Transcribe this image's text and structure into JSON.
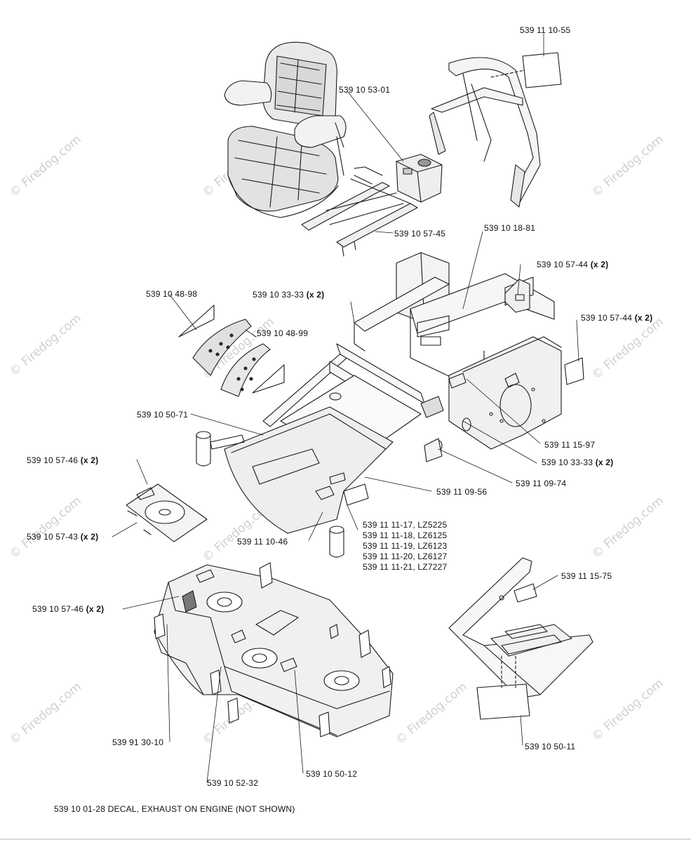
{
  "labels": {
    "l01": "539 11 10-55",
    "l02": "539 10 53-01",
    "l03": "539 10 57-45",
    "l04": "539 10 18-81",
    "l05": "539 10 57-44",
    "l05x": "(x 2)",
    "l06": "539 10 48-98",
    "l07": "539 10 33-33",
    "l07x": "(x 2)",
    "l08": "539 10 57-44",
    "l08x": "(x 2)",
    "l09": "539 10 48-99",
    "l10": "539 10 50-71",
    "l11": "539 11 15-97",
    "l12": "539 10 33-33",
    "l12x": "(x 2)",
    "l13": "539 10 57-46",
    "l13x": "(x 2)",
    "l14": "539 11 09-74",
    "l15": "539 11 09-56",
    "l16": "539 10 57-43",
    "l16x": "(x 2)",
    "l17": "539 11 10-46",
    "l18a": "539 11 11-17, LZ5225",
    "l18b": "539 11 11-18, LZ6125",
    "l18c": "539 11 11-19, LZ6123",
    "l18d": "539 11 11-20, LZ6127",
    "l18e": "539 11 11-21, LZ7227",
    "l19": "539 11 15-75",
    "l20": "539 10 57-46",
    "l20x": "(x 2)",
    "l21": "539 91 30-10",
    "l22": "539 10 50-11",
    "l23": "539 10 52-32",
    "l24": "539 10 50-12"
  },
  "footer": "539 10 01-28 DECAL, EXHAUST ON ENGINE (NOT SHOWN)",
  "watermark": "© Firedog.com"
}
